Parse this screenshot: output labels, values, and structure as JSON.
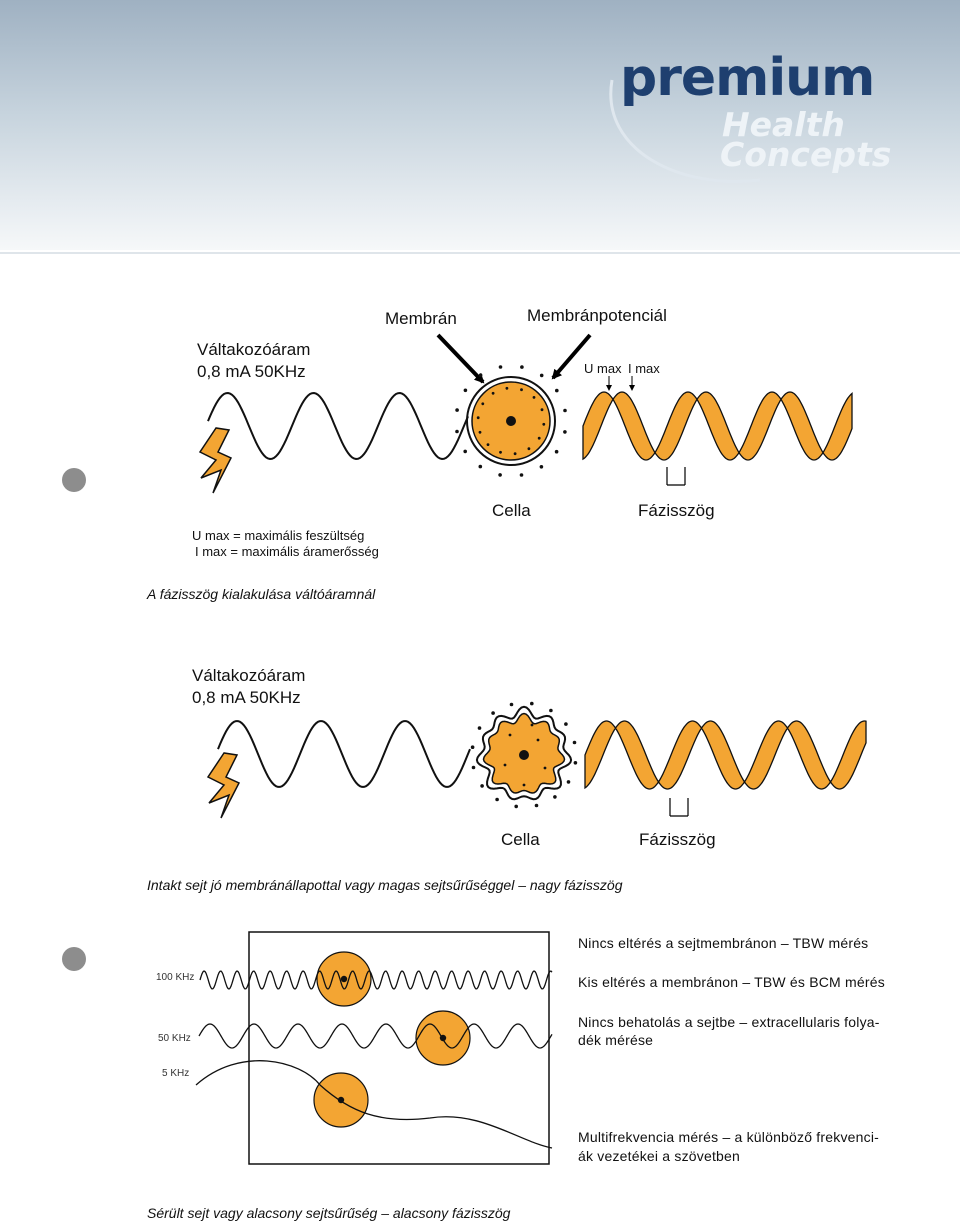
{
  "brand": {
    "word1": "premium",
    "word2": "Health",
    "word3": "Concepts"
  },
  "colors": {
    "accent_orange": "#f3a533",
    "header_blue": "#1e3f6f",
    "bullet_gray": "#8d8d8d"
  },
  "section1": {
    "ac_label_line1": "Váltakozóáram",
    "ac_label_line2": "0,8 mA   50KHz",
    "membrane_label": "Membrán",
    "potential_label": "Membránpotenciál",
    "umax_label": "U max",
    "imax_label": "I max",
    "cell_label": "Cella",
    "phase_label": "Fázisszög",
    "legend_line1": "U max = maximális feszültség",
    "legend_line2": "I max = maximális áramerősség",
    "caption": "A fázisszög kialakulása váltóáramnál"
  },
  "section2": {
    "ac_label_line1": "Váltakozóáram",
    "ac_label_line2": "0,8 mA   50KHz",
    "cell_label": "Cella",
    "phase_label": "Fázisszög",
    "caption": "Intakt sejt jó membránállapottal vagy magas sejtsűrűséggel – nagy fázisszög"
  },
  "section3": {
    "freq_100": "100 KHz",
    "freq_50": "50 KHz",
    "freq_5": "5 KHz",
    "desc1": "Nincs eltérés a sejtmembránon – TBW mérés",
    "desc2": "Kis eltérés a membránon – TBW és BCM mérés",
    "desc3_line1": "Nincs behatolás a sejtbe – extracellularis folya-",
    "desc3_line2": "dék mérése",
    "desc4_line1": "Multifrekvencia mérés – a különböző frekvenci-",
    "desc4_line2": "ák vezetékei a szövetben",
    "caption": "Sérült sejt vagy alacsony sejtsűrűség – alacsony fázisszög"
  }
}
